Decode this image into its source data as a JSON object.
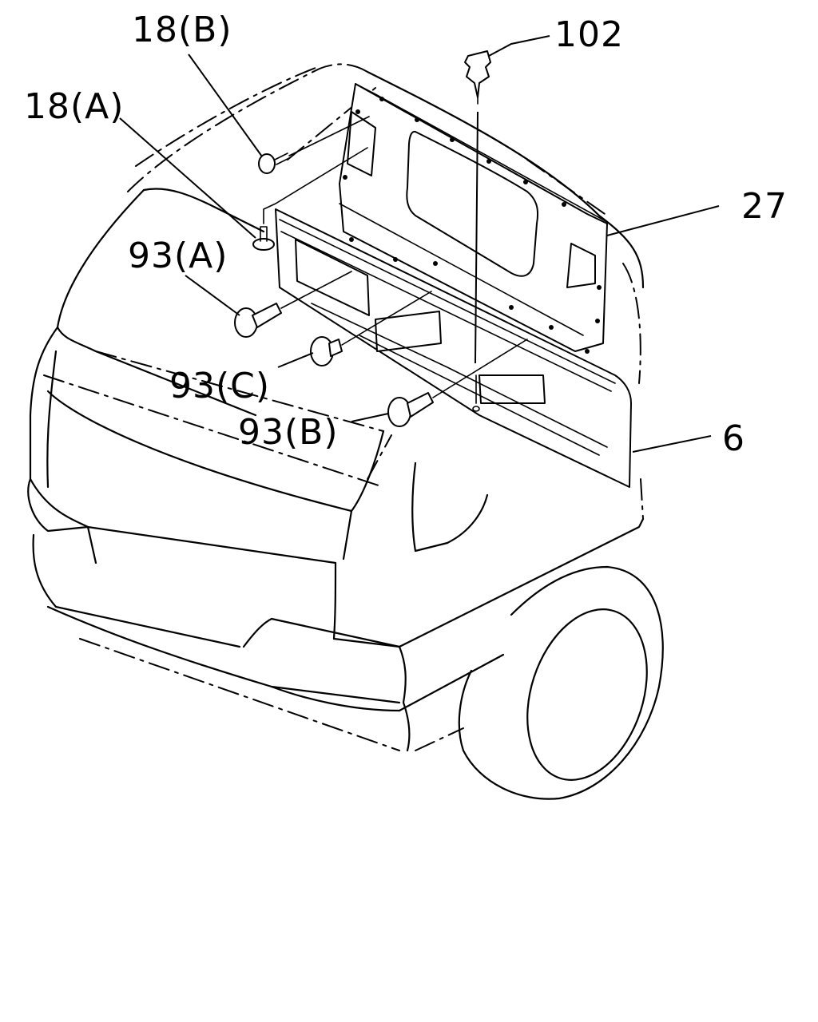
{
  "callouts": {
    "c18b": "18(B)",
    "c18a": "18(A)",
    "c102": "102",
    "c27": "27",
    "c93a": "93(A)",
    "c93c": "93(C)",
    "c93b": "93(B)",
    "c6": "6"
  }
}
